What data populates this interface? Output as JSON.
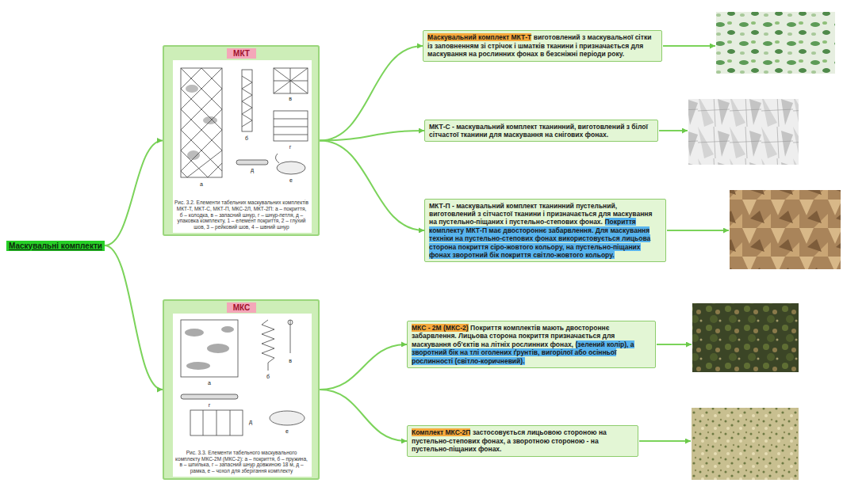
{
  "diagram": {
    "nodes": [
      {
        "text": [
          "Маскувальні комплекти"
        ]
      },
      {
        "text": [
          "МКТ",
          "Рис. 3.2. Елементи табельних маскувальних комплектів МКТ-Т, МКТ-С, МКТ-П, МКС-2Л, МКТ-2П: а – покриття, б – колодка, в – запасний шнур, г – шнур-петля, д – упаковка комплекту, 1 – елемент покриття, 2 – глухий шов, 3 – рейковий шов, 4 – швний шнур"
        ]
      },
      {
        "text": [
          "Маскувальний комплект МКТ-Т",
          "виготовлений з маскувальної сітки із заповненням зі стрічок і шматків тканини і призначається для маскування на рослинних фонах в безсніжні періоди року."
        ]
      },
      {
        "text": [
          "МКТ-С - маскувальний комплект тканинний, виготовлений з білої сітчастої тканини для маскування на снігових фонах."
        ]
      },
      {
        "text": [
          "МКТ-П - маскувальний комплект тканинний пустельний, виготовлений з сітчастої тканини і призначається для маскування на пустельно-піщаних і пустельно-степових фонах.",
          "Покриття комплекту МКТ-П має двостороннє забарвлення. Для маскування техніки на пустельно-степових фонах використовується лицьова сторона покриття сіро-жовтого кольору, на пустельно-піщаних фонах зворотний бік покриття світло-жовтого кольору."
        ]
      },
      {
        "text": [
          "МКС",
          "Рис. 3.3. Елементи табельного маскувального комплекту МКС-2М (МКС-2): а – покриття, б – пружина, в – шпилька, г – запасний шнур довжиною 18 м, д – рамка, е – чохол для зберігання комплекту"
        ]
      },
      {
        "text": [
          "МКС - 2М (МКС-2)",
          "Покриття комплектів мають двостороннє забарвлення. Лицьова сторона покриття призначається для маскування об'єктів на літніх рослинних фонах,",
          "(зелений колір), а зворотний бік на тлі оголених ґрунтів, вигорілої або осінньої рослинності (світло-коричневий)."
        ]
      },
      {
        "text": [
          "Комплект МКС-2П",
          "застосовується лицьовою стороною на пустельно-степових фонах, а зворотною стороною - на пустельно-піщаних фонах."
        ]
      }
    ],
    "edges": [
      {
        "from": 0,
        "to": 1,
        "arrow": "to"
      },
      {
        "from": 0,
        "to": 5,
        "arrow": "to"
      },
      {
        "from": 1,
        "to": 2,
        "arrow": "to"
      },
      {
        "from": 1,
        "to": 3,
        "arrow": "to"
      },
      {
        "from": 1,
        "to": 4,
        "arrow": "to"
      },
      {
        "from": 5,
        "to": 6,
        "arrow": "to"
      },
      {
        "from": 5,
        "to": 7,
        "arrow": "to"
      }
    ],
    "labels": [
      "а",
      "б",
      "в",
      "г",
      "д",
      "е",
      "а",
      "б",
      "в",
      "г",
      "д",
      "е"
    ]
  }
}
